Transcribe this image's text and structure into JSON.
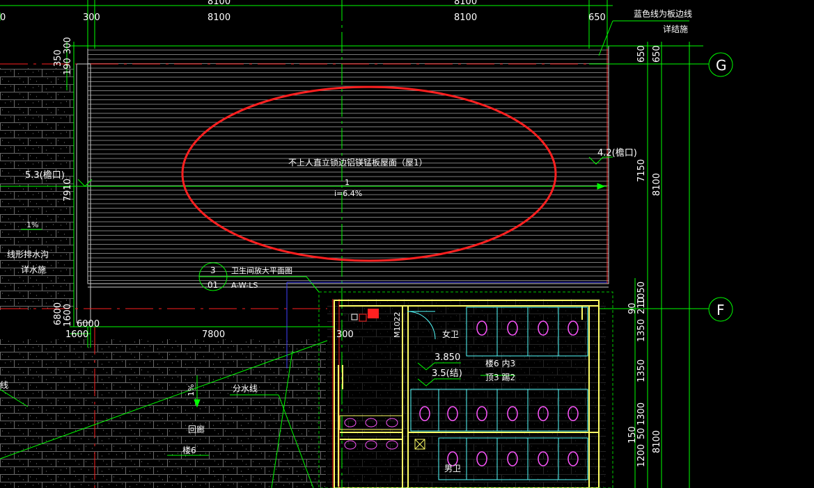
{
  "drawing": {
    "dims_top": {
      "d0": "0",
      "d300": "300",
      "d8100a": "8100",
      "d8100b": "8100",
      "d650": "650"
    },
    "dims_top_cut": {
      "a": "8100",
      "b": "8100"
    },
    "dims_right": {
      "d650a": "650",
      "d650b": "650",
      "d7150": "7150",
      "d8100": "8100",
      "d1350a": "1350",
      "d1350b": "1350",
      "d1300": "1300",
      "d1200": "1200",
      "d150": "150",
      "d50": "50",
      "d90": "90",
      "d8100b": "8100",
      "d150b": "1050",
      "d210": "210"
    },
    "dims_left": {
      "d350": "350",
      "d300": "300",
      "d190": "190",
      "d7910": "7910",
      "d6800": "6800",
      "d1600": "1600"
    },
    "dims_mid": {
      "d6000": "6000",
      "d1600b": "1600",
      "d7800": "7800",
      "d300": "300"
    },
    "grid": {
      "g": "G",
      "f": "F"
    },
    "notes": {
      "blue_line": "蓝色线为板边线",
      "detail": "详结施",
      "roof_title": "不上人直立锁边铝镁锰板屋面（屋1）",
      "roof_index": "1",
      "roof_slope": "i=6.4%",
      "eave_right": "4.2(檐口)",
      "eave_left": "5.3(檐口)",
      "slope_left": "1%",
      "drain": "线形排水沟",
      "drain_detail": "详水施",
      "callout_num": "3",
      "callout_sheet": "01",
      "callout_title": "卫生间放大平面图",
      "callout_ref": "A-W-LS",
      "door": "M1022",
      "women": "女卫",
      "men": "男卫",
      "level1": "3.850",
      "level2": "3.5(结)",
      "stair1": "楼6 内3",
      "stair2": "顶3 踢2",
      "slope_mid": "1%",
      "split": "分水线",
      "corridor": "回廊",
      "floor": "楼6",
      "line_left": "线"
    }
  },
  "colors": {
    "dim": "#00ff00",
    "text": "#ffffff",
    "roof_lines": "#8a8a8a",
    "highlight": "#ff2020",
    "wall": "#ffff66",
    "fixture": "#ff55ff",
    "fixture_outline": "#55ffff",
    "blue": "#4040ff"
  }
}
